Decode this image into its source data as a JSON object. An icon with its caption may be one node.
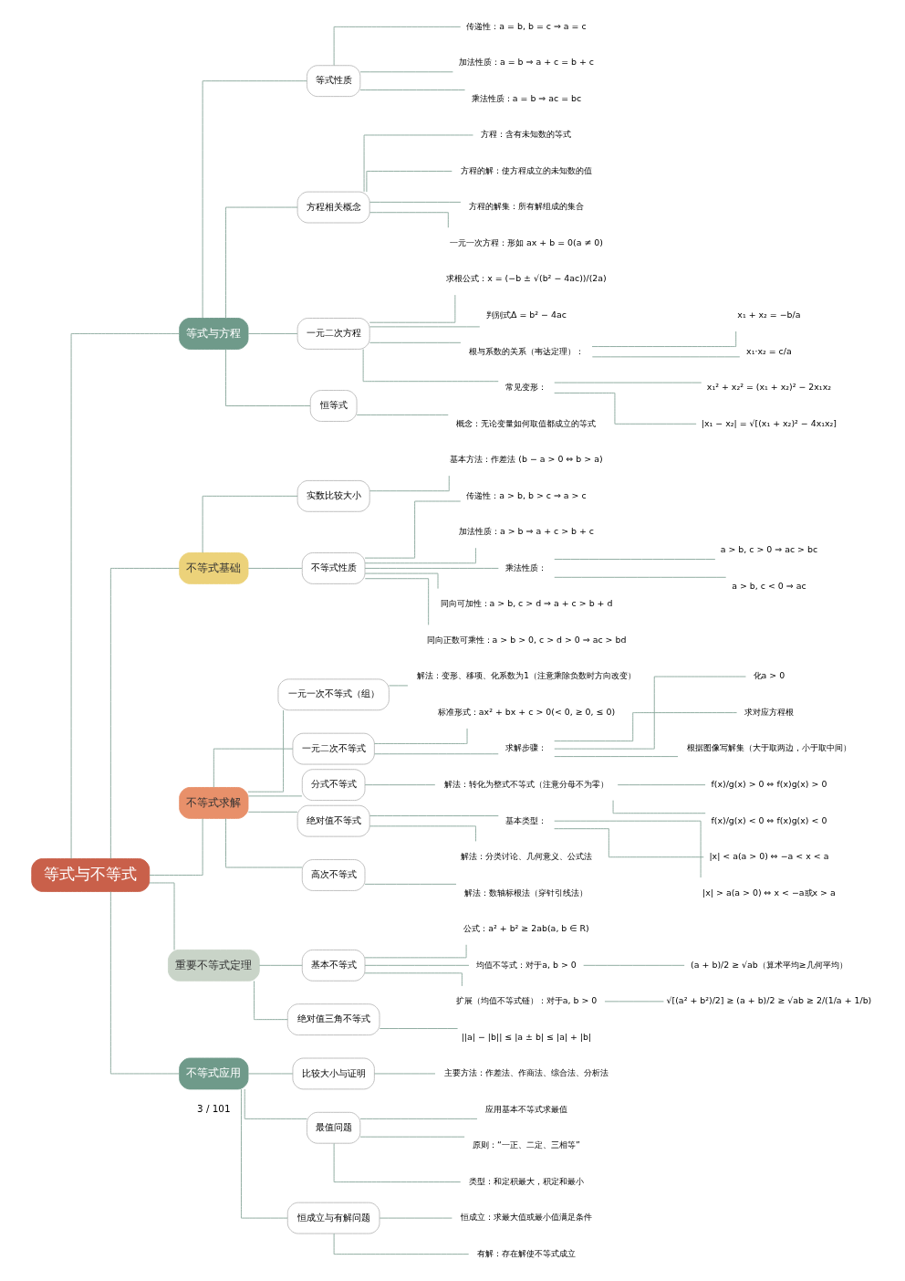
{
  "diagram": {
    "nodes": [
      {
        "text": [
          "等式与不等式"
        ]
      },
      {
        "text": [
          "等式与方程"
        ]
      },
      {
        "text": [
          "等式性质"
        ]
      },
      {
        "text": [
          "传递性：a = b, b = c ⇒ a = c"
        ]
      },
      {
        "text": [
          "加法性质：a = b ⇒ a + c = b + c"
        ]
      },
      {
        "text": [
          "乘法性质：a = b ⇒ ac = bc"
        ]
      },
      {
        "text": [
          "方程相关概念"
        ]
      },
      {
        "text": [
          "方程：含有未知数的等式"
        ]
      },
      {
        "text": [
          "方程的解：使方程成立的未知数的值"
        ]
      },
      {
        "text": [
          "方程的解集：所有解组成的集合"
        ]
      },
      {
        "text": [
          "一元一次方程：形如 ax + b = 0(a ≠ 0)"
        ]
      },
      {
        "text": [
          "一元二次方程"
        ]
      },
      {
        "text": [
          "求根公式：x = (−b ± √(b² − 4ac))/(2a)"
        ]
      },
      {
        "text": [
          "判别式Δ = b² − 4ac"
        ]
      },
      {
        "text": [
          "根与系数的关系（韦达定理）："
        ]
      },
      {
        "text": [
          "x₁ + x₂ = −b/a"
        ]
      },
      {
        "text": [
          "x₁·x₂ = c/a"
        ]
      },
      {
        "text": [
          "常见变形："
        ]
      },
      {
        "text": [
          "x₁² + x₂² = (x₁ + x₂)² − 2x₁x₂"
        ]
      },
      {
        "text": [
          "|x₁ − x₂| = √[(x₁ + x₂)² − 4x₁x₂]"
        ]
      },
      {
        "text": [
          "恒等式"
        ]
      },
      {
        "text": [
          "概念：无论变量如何取值都成立的等式"
        ]
      },
      {
        "text": [
          "不等式基础"
        ]
      },
      {
        "text": [
          "实数比较大小"
        ]
      },
      {
        "text": [
          "基本方法：作差法 (b − a > 0 ⇔ b > a)"
        ]
      },
      {
        "text": [
          "不等式性质"
        ]
      },
      {
        "text": [
          "传递性：a > b, b > c ⇒ a > c"
        ]
      },
      {
        "text": [
          "加法性质：a > b ⇒ a + c > b + c"
        ]
      },
      {
        "text": [
          "乘法性质："
        ]
      },
      {
        "text": [
          "a > b, c > 0 ⇒ ac > bc"
        ]
      },
      {
        "text": [
          "a > b, c < 0 ⇒ ac"
        ]
      },
      {
        "text": [
          "同向可加性：a > b, c > d ⇒ a + c > b + d"
        ]
      },
      {
        "text": [
          "同向正数可乘性：a > b > 0, c > d > 0 ⇒ ac > bd"
        ]
      },
      {
        "text": [
          "不等式求解"
        ]
      },
      {
        "text": [
          "一元一次不等式（组）"
        ]
      },
      {
        "text": [
          "解法：变形、移项、化系数为1（注意乘除负数时方向改变）"
        ]
      },
      {
        "text": [
          "一元二次不等式"
        ]
      },
      {
        "text": [
          "标准形式：ax² + bx + c > 0(< 0, ≥ 0, ≤ 0)"
        ]
      },
      {
        "text": [
          "求解步骤："
        ]
      },
      {
        "text": [
          "化a > 0"
        ]
      },
      {
        "text": [
          "求对应方程根"
        ]
      },
      {
        "text": [
          "根据图像写解集（大于取两边，小于取中间）"
        ]
      },
      {
        "text": [
          "分式不等式"
        ]
      },
      {
        "text": [
          "解法：转化为整式不等式（注意分母不为零）"
        ]
      },
      {
        "text": [
          "f(x)/g(x) > 0 ⇔ f(x)g(x) > 0"
        ]
      },
      {
        "text": [
          "f(x)/g(x) < 0 ⇔ f(x)g(x) < 0"
        ]
      },
      {
        "text": [
          "绝对值不等式"
        ]
      },
      {
        "text": [
          "基本类型："
        ]
      },
      {
        "text": [
          "|x| < a(a > 0) ⇔ −a < x < a"
        ]
      },
      {
        "text": [
          "|x| > a(a > 0) ⇔ x < −a或x > a"
        ]
      },
      {
        "text": [
          "解法：分类讨论、几何意义、公式法"
        ]
      },
      {
        "text": [
          "高次不等式"
        ]
      },
      {
        "text": [
          "解法：数轴标根法（穿针引线法）"
        ]
      },
      {
        "text": [
          "重要不等式定理"
        ]
      },
      {
        "text": [
          "基本不等式"
        ]
      },
      {
        "text": [
          "公式：a² + b² ≥ 2ab(a, b ∈ R)"
        ]
      },
      {
        "text": [
          "均值不等式：对于a, b > 0"
        ]
      },
      {
        "text": [
          "(a + b)/2 ≥ √ab（算术平均≥几何平均）"
        ]
      },
      {
        "text": [
          "扩展（均值不等式链）：对于a, b > 0"
        ]
      },
      {
        "text": [
          "√[(a² + b²)/2] ≥ (a + b)/2 ≥ √ab ≥ 2/(1/a + 1/b)"
        ]
      },
      {
        "text": [
          "绝对值三角不等式"
        ]
      },
      {
        "text": [
          "||a| − |b|| ≤ |a ± b| ≤ |a| + |b|"
        ]
      },
      {
        "text": [
          "不等式应用"
        ]
      },
      {
        "text": [
          "比较大小与证明"
        ]
      },
      {
        "text": [
          "主要方法：作差法、作商法、综合法、分析法"
        ]
      },
      {
        "text": [
          "最值问题"
        ]
      },
      {
        "text": [
          "应用基本不等式求最值"
        ]
      },
      {
        "text": [
          "原则：“一正、二定、三相等”"
        ]
      },
      {
        "text": [
          "类型：和定积最大，积定和最小"
        ]
      },
      {
        "text": [
          "恒成立与有解问题"
        ]
      },
      {
        "text": [
          "恒成立：求最大值或最小值满足条件"
        ]
      },
      {
        "text": [
          "有解：存在解使不等式成立"
        ]
      }
    ],
    "edges": [
      {
        "from": 0,
        "to": 1,
        "arrow": "none"
      },
      {
        "from": 1,
        "to": 2,
        "arrow": "none"
      },
      {
        "from": 2,
        "to": 3,
        "arrow": "none"
      },
      {
        "from": 2,
        "to": 4,
        "arrow": "none"
      },
      {
        "from": 2,
        "to": 5,
        "arrow": "none"
      },
      {
        "from": 1,
        "to": 6,
        "arrow": "none"
      },
      {
        "from": 6,
        "to": 7,
        "arrow": "none"
      },
      {
        "from": 6,
        "to": 8,
        "arrow": "none"
      },
      {
        "from": 6,
        "to": 9,
        "arrow": "none"
      },
      {
        "from": 6,
        "to": 10,
        "arrow": "none"
      },
      {
        "from": 1,
        "to": 11,
        "arrow": "none"
      },
      {
        "from": 11,
        "to": 12,
        "arrow": "none"
      },
      {
        "from": 11,
        "to": 13,
        "arrow": "none"
      },
      {
        "from": 11,
        "to": 14,
        "arrow": "none"
      },
      {
        "from": 14,
        "to": 15,
        "arrow": "none"
      },
      {
        "from": 14,
        "to": 16,
        "arrow": "none"
      },
      {
        "from": 11,
        "to": 17,
        "arrow": "none"
      },
      {
        "from": 17,
        "to": 18,
        "arrow": "none"
      },
      {
        "from": 17,
        "to": 19,
        "arrow": "none"
      },
      {
        "from": 1,
        "to": 20,
        "arrow": "none"
      },
      {
        "from": 20,
        "to": 21,
        "arrow": "none"
      },
      {
        "from": 0,
        "to": 22,
        "arrow": "none"
      },
      {
        "from": 22,
        "to": 23,
        "arrow": "none"
      },
      {
        "from": 23,
        "to": 24,
        "arrow": "none"
      },
      {
        "from": 22,
        "to": 25,
        "arrow": "none"
      },
      {
        "from": 25,
        "to": 26,
        "arrow": "none"
      },
      {
        "from": 25,
        "to": 27,
        "arrow": "none"
      },
      {
        "from": 25,
        "to": 28,
        "arrow": "none"
      },
      {
        "from": 28,
        "to": 29,
        "arrow": "none"
      },
      {
        "from": 28,
        "to": 30,
        "arrow": "none"
      },
      {
        "from": 25,
        "to": 31,
        "arrow": "none"
      },
      {
        "from": 25,
        "to": 32,
        "arrow": "none"
      },
      {
        "from": 0,
        "to": 33,
        "arrow": "none"
      },
      {
        "from": 33,
        "to": 34,
        "arrow": "none"
      },
      {
        "from": 34,
        "to": 35,
        "arrow": "none"
      },
      {
        "from": 33,
        "to": 36,
        "arrow": "none"
      },
      {
        "from": 36,
        "to": 37,
        "arrow": "none"
      },
      {
        "from": 36,
        "to": 38,
        "arrow": "none"
      },
      {
        "from": 38,
        "to": 39,
        "arrow": "none"
      },
      {
        "from": 38,
        "to": 40,
        "arrow": "none"
      },
      {
        "from": 38,
        "to": 41,
        "arrow": "none"
      },
      {
        "from": 33,
        "to": 42,
        "arrow": "none"
      },
      {
        "from": 42,
        "to": 43,
        "arrow": "none"
      },
      {
        "from": 43,
        "to": 44,
        "arrow": "none"
      },
      {
        "from": 43,
        "to": 45,
        "arrow": "none"
      },
      {
        "from": 33,
        "to": 46,
        "arrow": "none"
      },
      {
        "from": 46,
        "to": 47,
        "arrow": "none"
      },
      {
        "from": 47,
        "to": 48,
        "arrow": "none"
      },
      {
        "from": 47,
        "to": 49,
        "arrow": "none"
      },
      {
        "from": 46,
        "to": 50,
        "arrow": "none"
      },
      {
        "from": 33,
        "to": 51,
        "arrow": "none"
      },
      {
        "from": 51,
        "to": 52,
        "arrow": "none"
      },
      {
        "from": 0,
        "to": 53,
        "arrow": "none"
      },
      {
        "from": 53,
        "to": 54,
        "arrow": "none"
      },
      {
        "from": 54,
        "to": 55,
        "arrow": "none"
      },
      {
        "from": 54,
        "to": 56,
        "arrow": "none"
      },
      {
        "from": 56,
        "to": 57,
        "arrow": "none"
      },
      {
        "from": 54,
        "to": 58,
        "arrow": "none"
      },
      {
        "from": 58,
        "to": 59,
        "arrow": "none"
      },
      {
        "from": 53,
        "to": 60,
        "arrow": "none"
      },
      {
        "from": 60,
        "to": 61,
        "arrow": "none"
      },
      {
        "from": 0,
        "to": 62,
        "arrow": "none"
      },
      {
        "from": 62,
        "to": 63,
        "arrow": "none"
      },
      {
        "from": 63,
        "to": 64,
        "arrow": "none"
      },
      {
        "from": 62,
        "to": 65,
        "arrow": "none"
      },
      {
        "from": 65,
        "to": 66,
        "arrow": "none"
      },
      {
        "from": 65,
        "to": 67,
        "arrow": "none"
      },
      {
        "from": 65,
        "to": 68,
        "arrow": "none"
      },
      {
        "from": 62,
        "to": 69,
        "arrow": "none"
      },
      {
        "from": 69,
        "to": 70,
        "arrow": "none"
      },
      {
        "from": 69,
        "to": 71,
        "arrow": "none"
      }
    ],
    "labels": [
      "3 / 101"
    ]
  }
}
